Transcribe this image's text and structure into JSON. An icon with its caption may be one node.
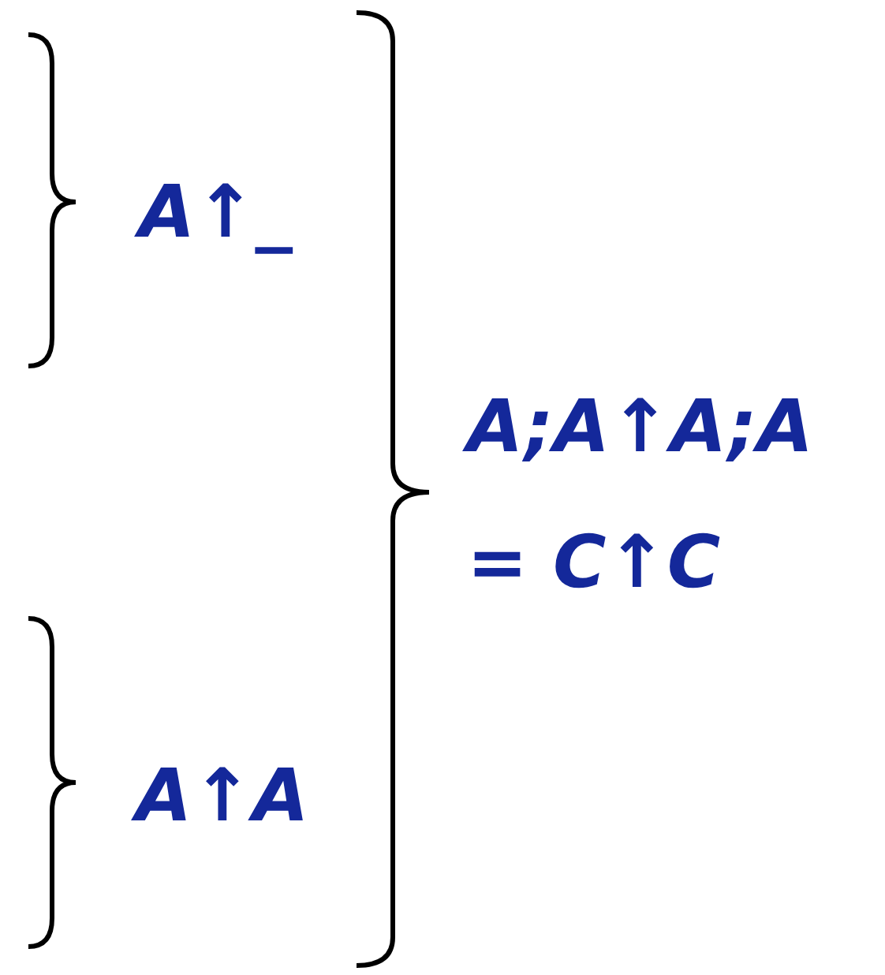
{
  "diagram": {
    "labels": [
      "A↑_",
      "A↑A",
      "A;A↑A;A",
      "= C↑C"
    ]
  }
}
